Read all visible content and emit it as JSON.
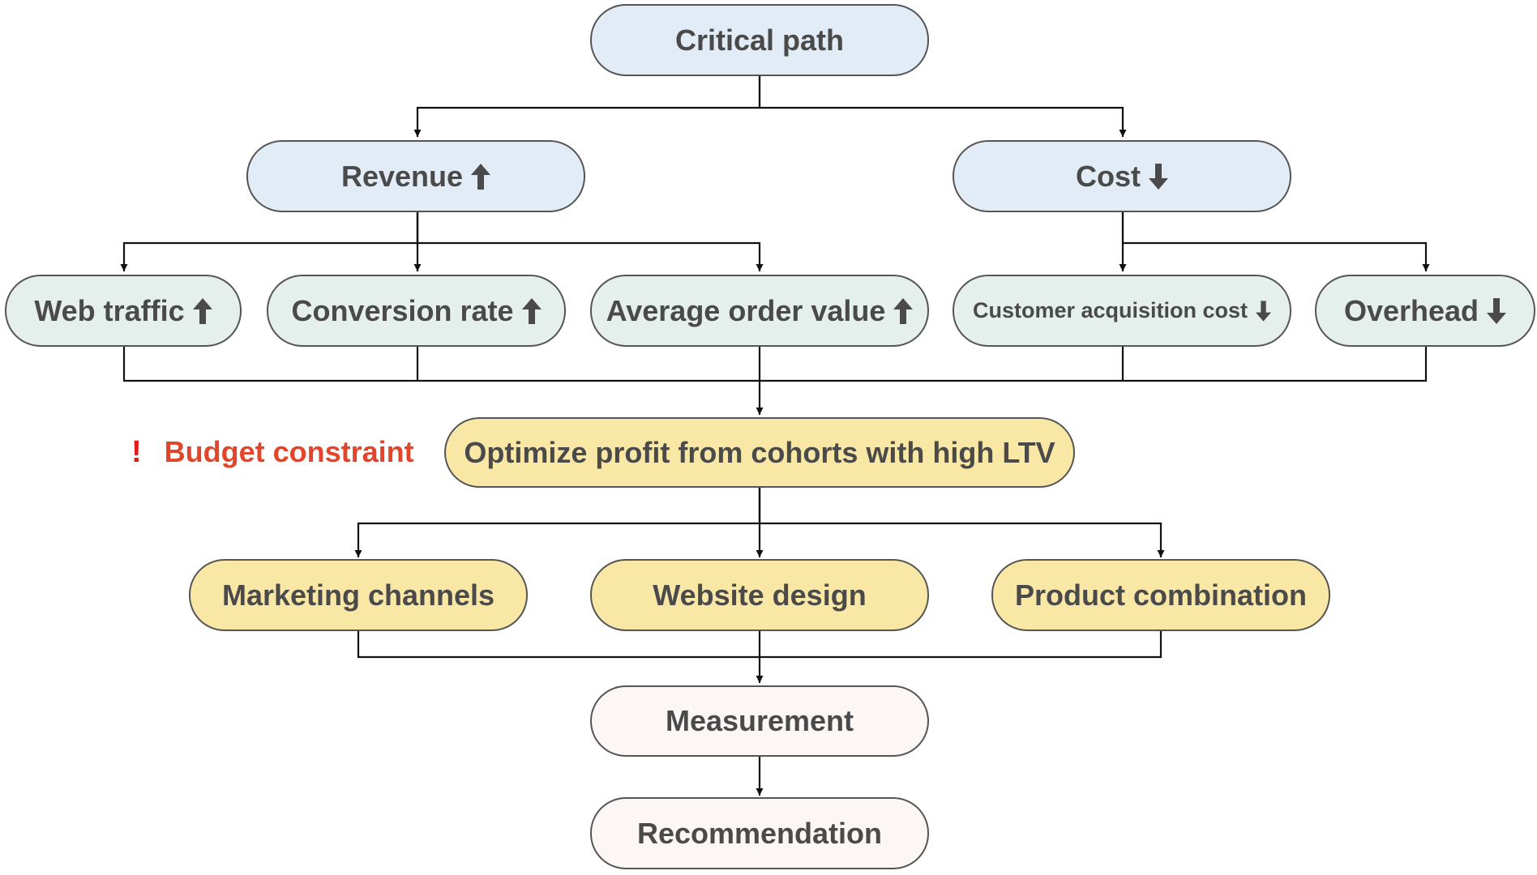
{
  "colors": {
    "line": "#111111",
    "border": "#555555",
    "text": "#4a4a4a",
    "blue_fill": "#e2ecf7",
    "green_fill": "#e5efeb",
    "yellow_fill": "#f9e7a6",
    "pink_fill": "#fcf6f5",
    "constraint_red": "#e2462a"
  },
  "nodes": {
    "critical_path": {
      "label": "Critical path"
    },
    "revenue": {
      "label": "Revenue",
      "arrow": "up-arrow-icon"
    },
    "cost": {
      "label": "Cost",
      "arrow": "down-arrow-icon"
    },
    "web_traffic": {
      "label": "Web traffic",
      "arrow": "up-arrow-icon"
    },
    "conversion_rate": {
      "label": "Conversion rate",
      "arrow": "up-arrow-icon"
    },
    "average_order_value": {
      "label": "Average order value",
      "arrow": "up-arrow-icon"
    },
    "customer_acquisition_cost": {
      "label": "Customer acquisition cost",
      "arrow": "down-arrow-icon"
    },
    "overhead": {
      "label": "Overhead",
      "arrow": "down-arrow-icon"
    },
    "optimize": {
      "label": "Optimize profit from cohorts with high LTV"
    },
    "marketing_channels": {
      "label": "Marketing channels"
    },
    "website_design": {
      "label": "Website design"
    },
    "product_combination": {
      "label": "Product combination"
    },
    "measurement": {
      "label": "Measurement"
    },
    "recommendation": {
      "label": "Recommendation"
    }
  },
  "constraint": {
    "icon": "exclamation-icon",
    "mark": "!",
    "label": "Budget constraint"
  }
}
